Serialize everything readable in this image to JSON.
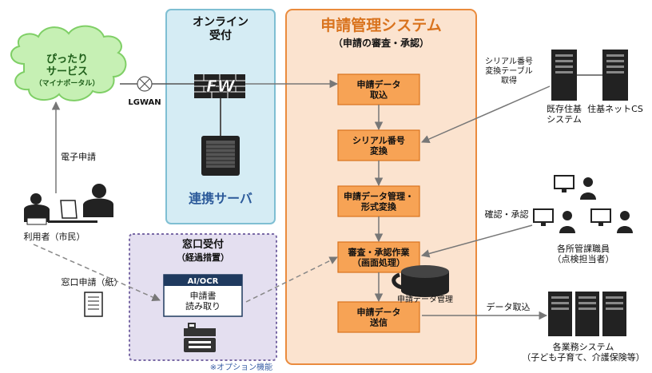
{
  "cloud": {
    "name": "ぴったり\nサービス",
    "sub": "（マイナポータル）"
  },
  "network": {
    "label": "LGWAN"
  },
  "online": {
    "title": "オンライン\n受付",
    "server": "連携サーバ",
    "fw": "FW"
  },
  "system": {
    "title": "申請管理システム",
    "subtitle": "（申請の審査・承認）"
  },
  "steps": [
    "申請データ\n取込",
    "シリアル番号\n変換",
    "申請データ管理・\n形式変換",
    "審査・承認作業\n（画面処理）",
    "申請データ\n送信"
  ],
  "database": {
    "label": "申請データ管理"
  },
  "counter": {
    "title": "窓口受付",
    "subtitle": "（経過措置）",
    "ai_header": "AI/OCR",
    "ai_body": "申請書\n読み取り",
    "note": "※オプション機能"
  },
  "user": {
    "label": "利用者（市民）",
    "e_apply": "電子申請",
    "paper_apply": "窓口申請（紙）"
  },
  "servers": {
    "conversion_label": "シリアル番号\n変換テーブル\n取得",
    "existing": "既存住基\nシステム",
    "cs": "住基ネットCS"
  },
  "staff": {
    "action": "確認・承認",
    "label": "各所管課職員\n（点検担当者）"
  },
  "business": {
    "action": "データ取込",
    "label": "各業務システム\n（子ども子育て、介護保険等）"
  },
  "colors": {
    "online_fill": "#d5ecf4",
    "online_border": "#7fbfd3",
    "system_fill": "#fbe3cf",
    "system_border": "#ea8b3d",
    "step_fill": "#f7a355",
    "counter_fill": "#e4dff0",
    "counter_border": "#7a6aa6",
    "ai_header": "#1f3a5f",
    "cloud_fill": "#c6f0b4",
    "cloud_border": "#7fcf66"
  }
}
